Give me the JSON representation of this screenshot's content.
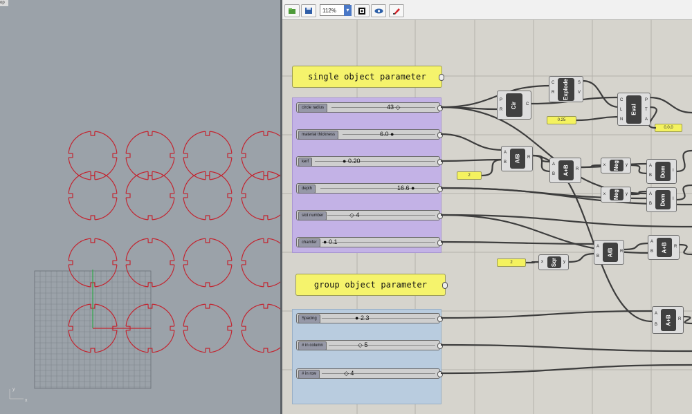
{
  "viewport": {
    "tab_label": "op",
    "axis_y": "y",
    "axis_x": "x"
  },
  "toolbar": {
    "zoom_value": "112%",
    "buttons": [
      "open-icon",
      "save-icon",
      "zoom-extents-icon",
      "preview-icon",
      "bake-icon"
    ]
  },
  "panels": {
    "single_title": "single object parameter",
    "group_title": "group object parameter"
  },
  "sliders": {
    "circle_radius": {
      "label": "circle radius",
      "value": "43"
    },
    "material_thickness": {
      "label": "material thickness",
      "value": "6.0"
    },
    "kerf": {
      "label": "kerf",
      "value": "0.20"
    },
    "depth": {
      "label": "depth",
      "value": "16.6"
    },
    "slot_number": {
      "label": "slot number",
      "value": "4"
    },
    "chamfer": {
      "label": "chamfer",
      "value": "0.1"
    },
    "spacing": {
      "label": "Spacing",
      "value": "2.3"
    },
    "in_column": {
      "label": "# in column",
      "value": "5"
    },
    "in_row": {
      "label": "# in row",
      "value": "4"
    }
  },
  "components": {
    "cir": {
      "name": "Cir",
      "in": [
        "P",
        "R"
      ],
      "out": [
        "C"
      ]
    },
    "explode": {
      "name": "Explode",
      "in": [
        "C",
        "R"
      ],
      "out": [
        "S",
        "V"
      ]
    },
    "eval": {
      "name": "Eval",
      "in": [
        "C",
        "L",
        "N"
      ],
      "out": [
        "P",
        "T",
        "A"
      ]
    },
    "adiv": {
      "name": "A/B",
      "in": [
        "A",
        "B"
      ],
      "out": [
        "R"
      ]
    },
    "aplus1": {
      "name": "A+B",
      "in": [
        "A",
        "B"
      ],
      "out": [
        "R"
      ]
    },
    "neg1": {
      "name": "Neg",
      "in": [
        "x"
      ],
      "out": [
        "y"
      ]
    },
    "neg2": {
      "name": "Neg",
      "in": [
        "x"
      ],
      "out": [
        "y"
      ]
    },
    "dom1": {
      "name": "Dom",
      "in": [
        "A",
        "B"
      ],
      "out": [
        "I"
      ]
    },
    "dom2": {
      "name": "Dom",
      "in": [
        "A",
        "B"
      ],
      "out": [
        "I"
      ]
    },
    "sqr": {
      "name": "Sqr",
      "in": [
        "x"
      ],
      "out": [
        "y"
      ]
    },
    "adiv2": {
      "name": "A/B",
      "in": [
        "A",
        "B"
      ],
      "out": [
        "R"
      ]
    },
    "aplus2": {
      "name": "A+B",
      "in": [
        "A",
        "B"
      ],
      "out": [
        "R"
      ]
    },
    "aplus3": {
      "name": "A+B",
      "in": [
        "A",
        "B"
      ],
      "out": [
        "R"
      ]
    }
  },
  "value_panels": {
    "v025": "0.25",
    "v000": "0.0,0",
    "v2a": "2",
    "v2b": "2"
  }
}
